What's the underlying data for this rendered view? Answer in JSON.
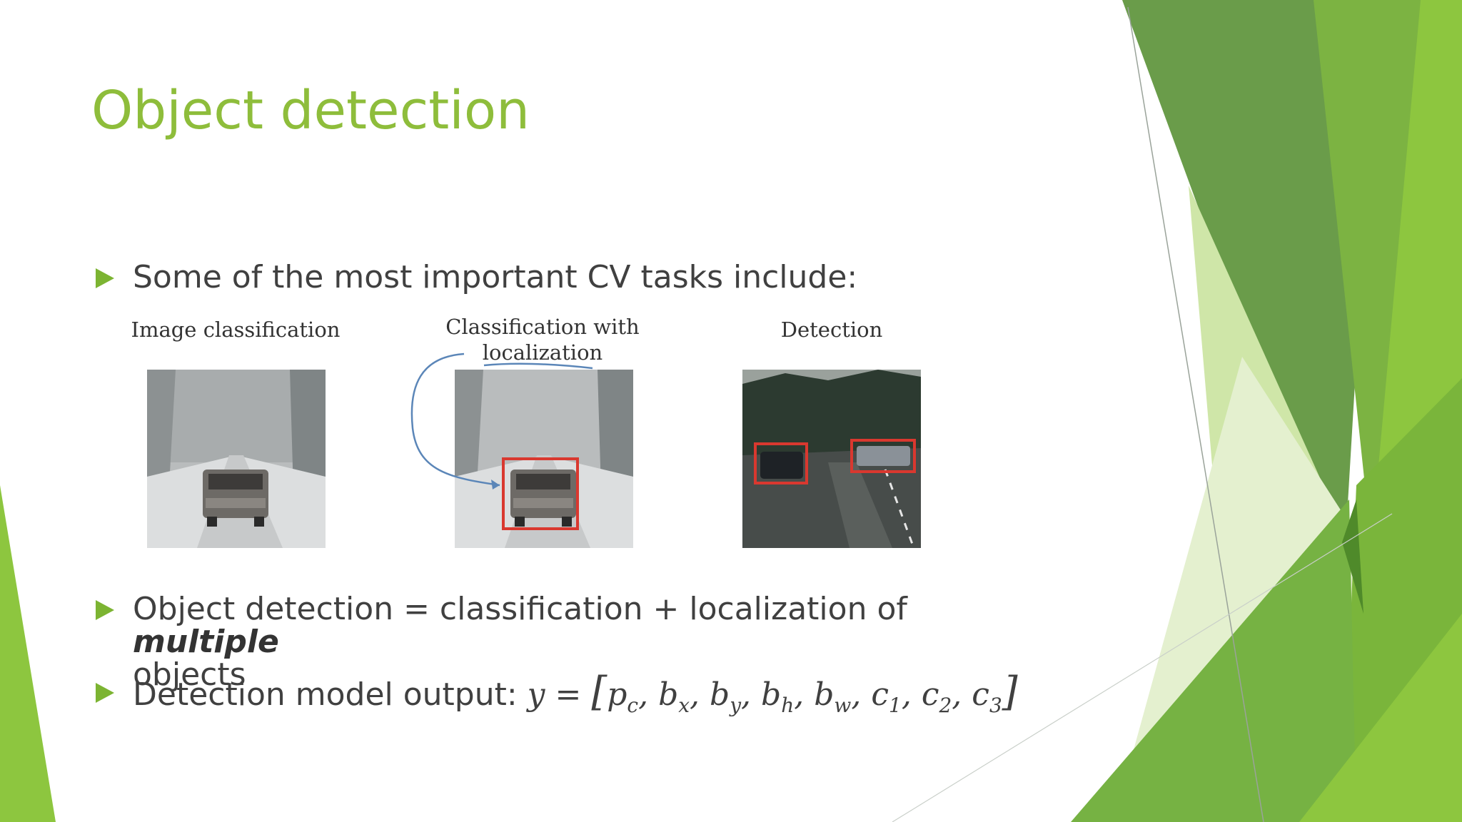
{
  "slide": {
    "title": "Object detection",
    "bullets": [
      {
        "text": "Some of the most important CV tasks include:"
      },
      {
        "text_before": "Object detection = classification + localization of ",
        "emphasis": "multiple",
        "text_after": "objects"
      },
      {
        "text": "Detection model output: "
      }
    ],
    "formula": {
      "lhs": "y",
      "eq": "=",
      "open": "[",
      "terms": [
        {
          "base": "p",
          "sub": "c"
        },
        {
          "base": "b",
          "sub": "x"
        },
        {
          "base": "b",
          "sub": "y"
        },
        {
          "base": "b",
          "sub": "h"
        },
        {
          "base": "b",
          "sub": "w"
        },
        {
          "base": "c",
          "sub": "1"
        },
        {
          "base": "c",
          "sub": "2"
        },
        {
          "base": "c",
          "sub": "3"
        }
      ],
      "close": "]"
    },
    "figure": {
      "captions": {
        "classification": "Image classification",
        "localization_line1": "Classification with",
        "localization_line2": "localization",
        "detection": "Detection"
      }
    },
    "colors": {
      "title": "#8ebd3b",
      "bullet": "#7cb432",
      "box": "#d9382f",
      "arrow": "#5b86b8"
    }
  }
}
